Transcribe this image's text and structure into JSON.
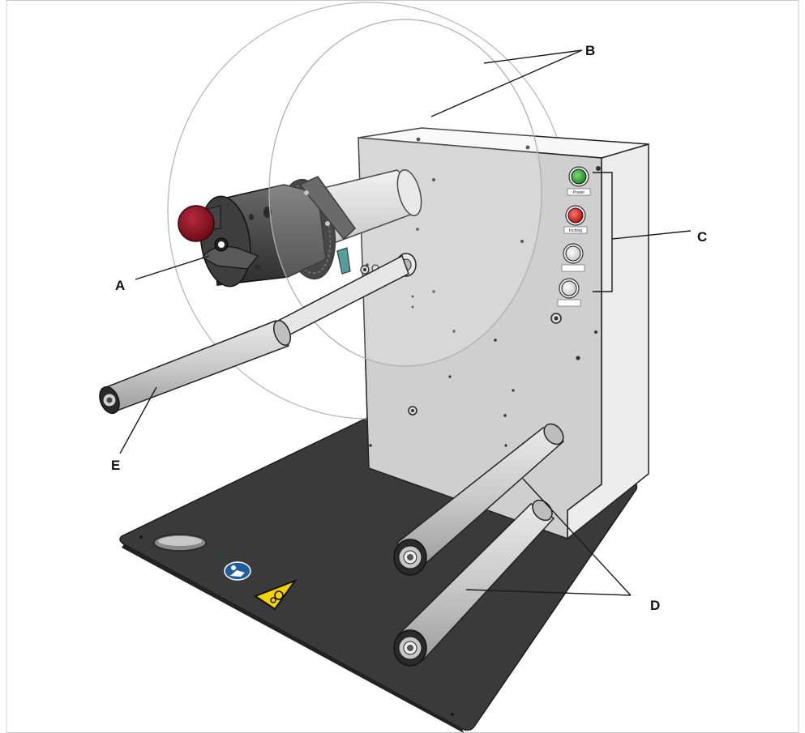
{
  "callouts": {
    "a": "A",
    "b": "B",
    "c": "C",
    "d": "D",
    "e": "E"
  },
  "panel_buttons": {
    "power": "Power",
    "button_2": "Inching",
    "button_3": "",
    "button_4": ""
  },
  "colors": {
    "base": "#3a3a3a",
    "cabinet_front": "#cfcfcf",
    "cabinet_side": "#ececec",
    "roller": "#c9c9c9",
    "knob": "#8b1020",
    "motor": "#555555",
    "power_button": "#2fa83a",
    "stop_button": "#e0201c",
    "latch": "#2e8a86",
    "warning_sign": "#f2d200",
    "info_sign": "#1f5f9e",
    "frame": "#c8c8c8"
  },
  "icons": {
    "info": "manual-info-icon",
    "warning": "entanglement-warning-icon"
  }
}
